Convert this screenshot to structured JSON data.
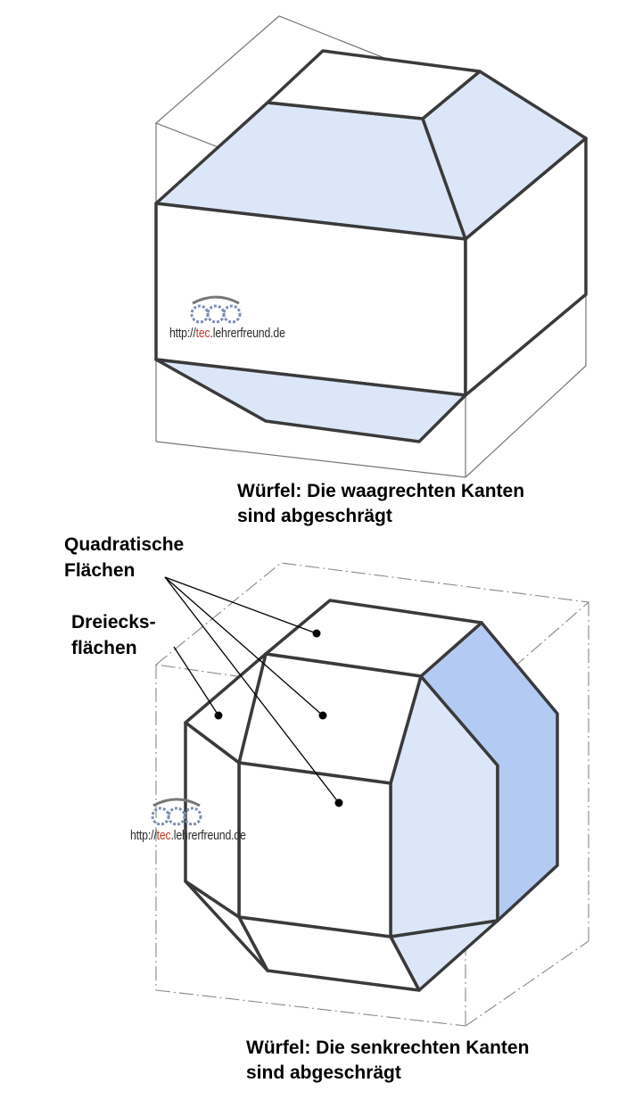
{
  "figure_top": {
    "caption_line1": "Würfel: Die waagrechten Kanten",
    "caption_line2": "sind abgeschrägt"
  },
  "figure_bottom": {
    "caption_line1": "Würfel: Die senkrechten Kanten",
    "caption_line2": "sind abgeschrägt",
    "label_square_line1": "Quadratische",
    "label_square_line2": "Flächen",
    "label_triangle_line1": "Dreiecks-",
    "label_triangle_line2": "flächen"
  },
  "watermark": {
    "prefix": "http://",
    "accent": "tec",
    "suffix": ".lehrerfreund.de"
  },
  "colors": {
    "bevel_light": "#dbe6f8",
    "bevel_medium": "#b3cbf2",
    "edge_dark": "#3a3a3a",
    "box_outline": "#777777",
    "watermark_accent": "#c0392b"
  },
  "icons": [
    "owl-gear-logo-icon"
  ]
}
